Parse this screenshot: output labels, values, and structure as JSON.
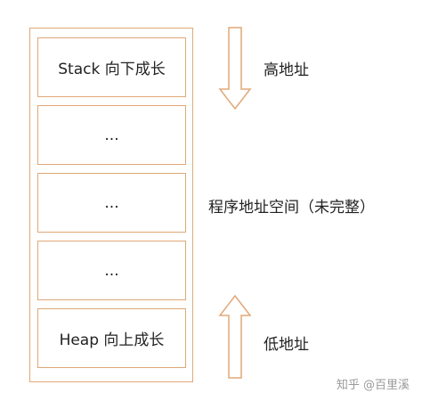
{
  "memory_blocks": [
    {
      "label": "Stack 向下成长"
    },
    {
      "label": "..."
    },
    {
      "label": "..."
    },
    {
      "label": "..."
    },
    {
      "label": "Heap 向上成长"
    }
  ],
  "labels": {
    "high_address": "高地址",
    "program_space": "程序地址空间（未完整）",
    "low_address": "低地址"
  },
  "watermark": "知乎 @百里溪",
  "colors": {
    "border": "#e0a878",
    "text": "#222222",
    "watermark": "#9a9a9a"
  }
}
